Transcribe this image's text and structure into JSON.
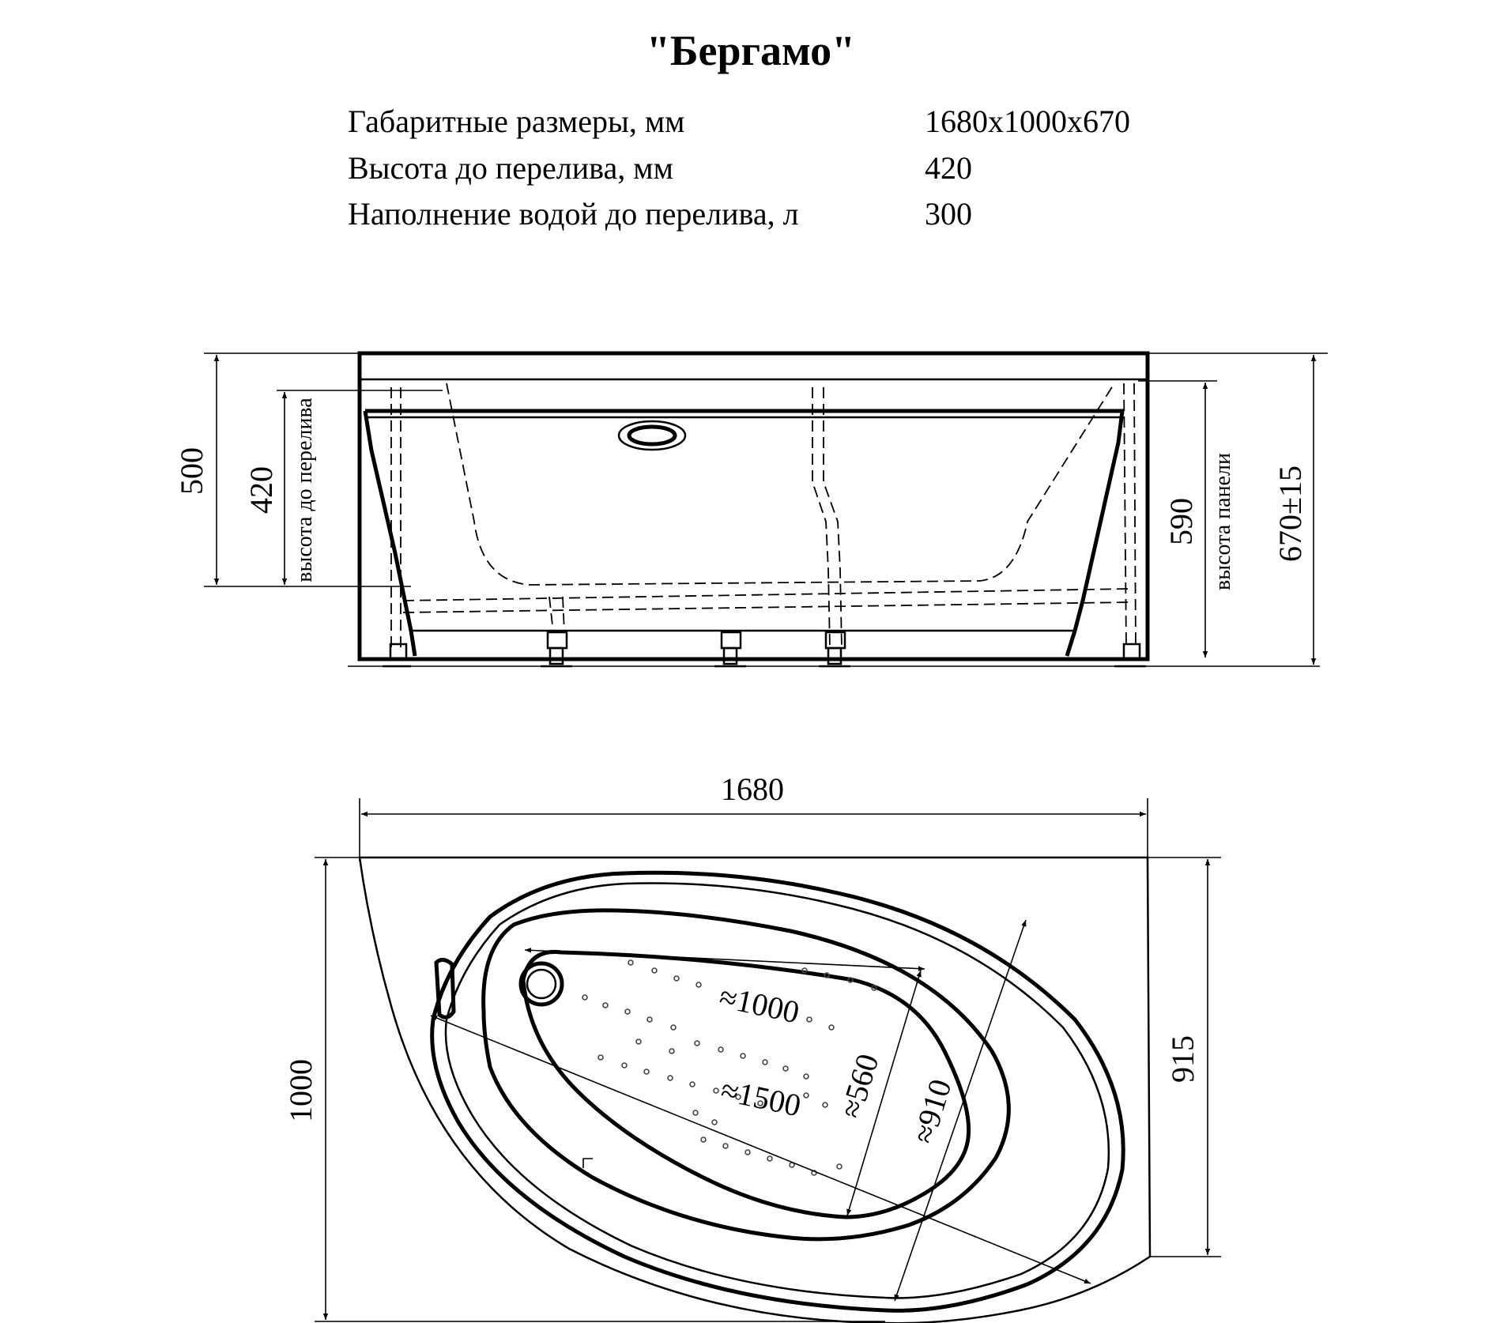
{
  "title": "\"Бергамо\"",
  "specs": [
    {
      "label": "Габаритные размеры, мм",
      "value": "1680x1000x670"
    },
    {
      "label": "Высота до перелива, мм",
      "value": "420"
    },
    {
      "label": "Наполнение водой до перелива, л",
      "value": "300"
    }
  ],
  "front_view": {
    "dim_total_left": "500",
    "dim_overflow": "420",
    "overflow_caption": "высота до перелива",
    "dim_panel": "590",
    "panel_caption": "высота панели",
    "dim_total_right": "670±15"
  },
  "top_view": {
    "dim_length": "1680",
    "dim_width": "1000",
    "dim_depth_right": "915",
    "dim_inner_long": "≈1500",
    "dim_inner_short": "≈1000",
    "dim_inner_width": "≈560",
    "dim_outer_width": "≈910"
  }
}
